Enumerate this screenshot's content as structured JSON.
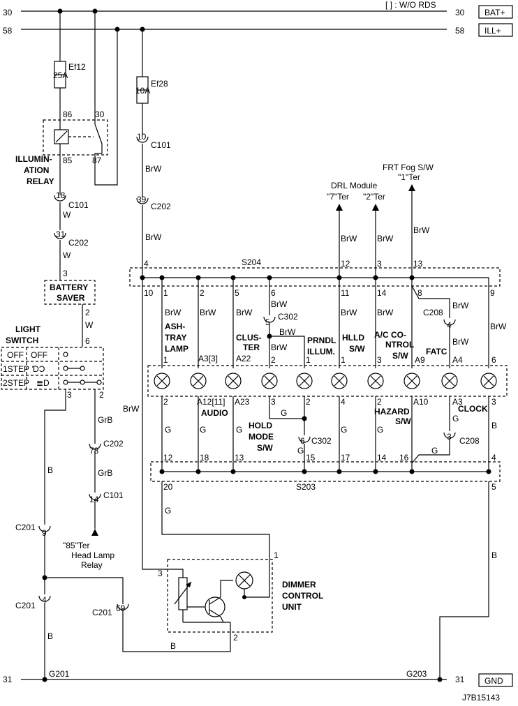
{
  "header": {
    "note": "[ ] : W/O RDS"
  },
  "rails": {
    "top1": {
      "left": "30",
      "right": "30",
      "label": "BAT+"
    },
    "top2": {
      "left": "58",
      "right": "58",
      "label": "ILL+"
    },
    "bottom": {
      "left": "31",
      "right": "31",
      "label": "GND"
    }
  },
  "fuses": {
    "ef12": {
      "name": "Ef12",
      "rating": "25A"
    },
    "ef28": {
      "name": "Ef28",
      "rating": "10A"
    }
  },
  "relay": {
    "label": [
      "ILLUMIN-",
      "ATION",
      "RELAY"
    ],
    "pins": {
      "p86": "86",
      "p85": "85",
      "p30": "30",
      "p87": "87"
    }
  },
  "connectors": {
    "c101": "C101",
    "c202": "C202",
    "c302": "C302",
    "c208": "C208",
    "c201": "C201",
    "n18": "18",
    "n31": "31",
    "n10": "10",
    "n39": "39",
    "n5": "5",
    "n78": "78",
    "n14": "14",
    "n9": "9",
    "n4": "4",
    "n69": "69",
    "n6": "6",
    "n3": "3",
    "n15": "15"
  },
  "wires": {
    "w": "W",
    "brw": "BrW",
    "g": "G",
    "grb": "GrB",
    "b": "B"
  },
  "battery_saver": {
    "label": [
      "BATTERY",
      "SAVER"
    ],
    "pin_in": "3",
    "pin_out": "2"
  },
  "light_switch": {
    "title": [
      "LIGHT",
      "SWITCH"
    ],
    "rows": [
      "OFF",
      "1STEP",
      "2STEP"
    ],
    "off_inner": "OFF",
    "pin6": "6",
    "pin3": "3",
    "pin2": "2"
  },
  "splices": {
    "s204": "S204",
    "s203": "S203"
  },
  "external": {
    "drl": {
      "title": "DRL Module",
      "ter1": "\"7\"Ter",
      "ter2": "\"2\"Ter"
    },
    "fog": {
      "title": "FRT Fog S/W",
      "ter": "\"1\"Ter"
    },
    "headlamp": [
      "\"85\"Ter",
      "Head Lamp",
      "Relay"
    ]
  },
  "s204_pins": [
    "4",
    "10",
    "1",
    "2",
    "5",
    "6",
    "12",
    "11",
    "3",
    "14",
    "13",
    "8",
    "9"
  ],
  "s203_pins": [
    "12",
    "18",
    "13",
    "15",
    "17",
    "14",
    "16",
    "4",
    "20",
    "5"
  ],
  "lamps": {
    "ashtray": {
      "label": [
        "ASH-",
        "TRAY",
        "LAMP"
      ],
      "top": "1",
      "bottom": "2"
    },
    "audio": {
      "label": "AUDIO",
      "top": "A3[3]",
      "bottom": "A12[11]"
    },
    "a22": {
      "top": "A22",
      "bottom": "A23"
    },
    "cluster": {
      "label": [
        "CLUS-",
        "TER"
      ],
      "top": "2",
      "bottom": "3"
    },
    "prndl": {
      "label": [
        "PRNDL",
        "ILLUM."
      ],
      "top": "1",
      "bottom": "2"
    },
    "hold": {
      "label": [
        "HOLD",
        "MODE",
        "S/W"
      ]
    },
    "hlld": {
      "label": [
        "HLLD",
        "S/W"
      ],
      "top": "1",
      "bottom": "4"
    },
    "ac": {
      "label": [
        "A/C CO-",
        "NTROL",
        "S/W"
      ],
      "top": "3",
      "bottom": "2"
    },
    "hazard": {
      "label": [
        "HAZARD",
        "S/W"
      ],
      "top": "A9",
      "bottom": "A10"
    },
    "fatc": {
      "label": "FATC",
      "top": "A4",
      "bottom": "A3"
    },
    "clock": {
      "label": "CLOCK",
      "top": "6",
      "bottom": "3"
    }
  },
  "dimmer": {
    "label": [
      "DIMMER",
      "CONTROL",
      "UNIT"
    ],
    "pin1": "1",
    "pin2": "2",
    "pin3": "3"
  },
  "grounds": {
    "g201": "G201",
    "g203": "G203"
  },
  "figure_id": "J7B15143"
}
